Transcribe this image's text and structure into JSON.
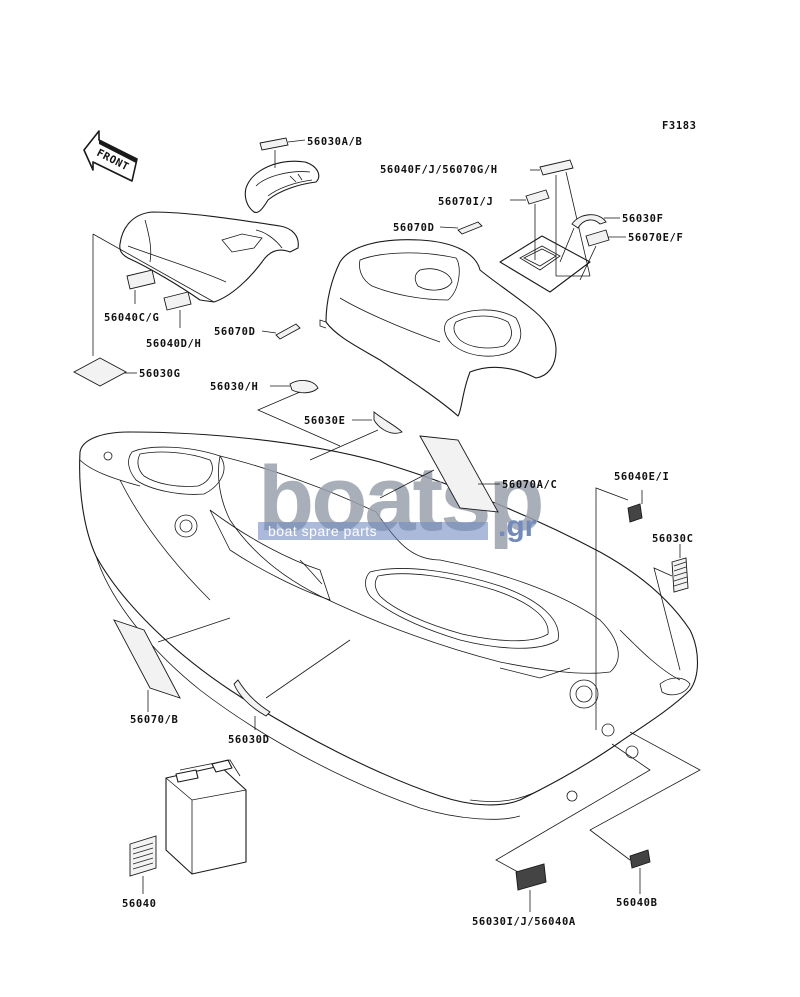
{
  "figure_code": "F3183",
  "front_arrow": {
    "text": "FRONT"
  },
  "watermark": {
    "brand": "boatsp",
    "suffix": ".gr",
    "tagline": "boat spare parts"
  },
  "colors": {
    "line": "#1a1a1a",
    "watermark_grey": "#9aa2ad",
    "watermark_blue": "#5a77b5"
  },
  "part_labels": [
    {
      "id": "l-56030ab",
      "text": "56030A/B"
    },
    {
      "id": "l-56040fj",
      "text": "56040F/J/56070G/H"
    },
    {
      "id": "l-56070ij",
      "text": "56070I/J"
    },
    {
      "id": "l-56030f",
      "text": "56030F"
    },
    {
      "id": "l-56070d-top",
      "text": "56070D"
    },
    {
      "id": "l-56070ef",
      "text": "56070E/F"
    },
    {
      "id": "l-56040cg",
      "text": "56040C/G"
    },
    {
      "id": "l-56040dh",
      "text": "56040D/H"
    },
    {
      "id": "l-56070d-mid",
      "text": "56070D"
    },
    {
      "id": "l-56030g",
      "text": "56030G"
    },
    {
      "id": "l-56030h",
      "text": "56030/H"
    },
    {
      "id": "l-56030e",
      "text": "56030E"
    },
    {
      "id": "l-56070ac",
      "text": "56070A/C"
    },
    {
      "id": "l-56040ei",
      "text": "56040E/I"
    },
    {
      "id": "l-56030c",
      "text": "56030C"
    },
    {
      "id": "l-56070b",
      "text": "56070/B"
    },
    {
      "id": "l-56030d",
      "text": "56030D"
    },
    {
      "id": "l-56040",
      "text": "56040"
    },
    {
      "id": "l-56040b",
      "text": "56040B"
    },
    {
      "id": "l-56030ij",
      "text": "56030I/J/56040A"
    }
  ]
}
